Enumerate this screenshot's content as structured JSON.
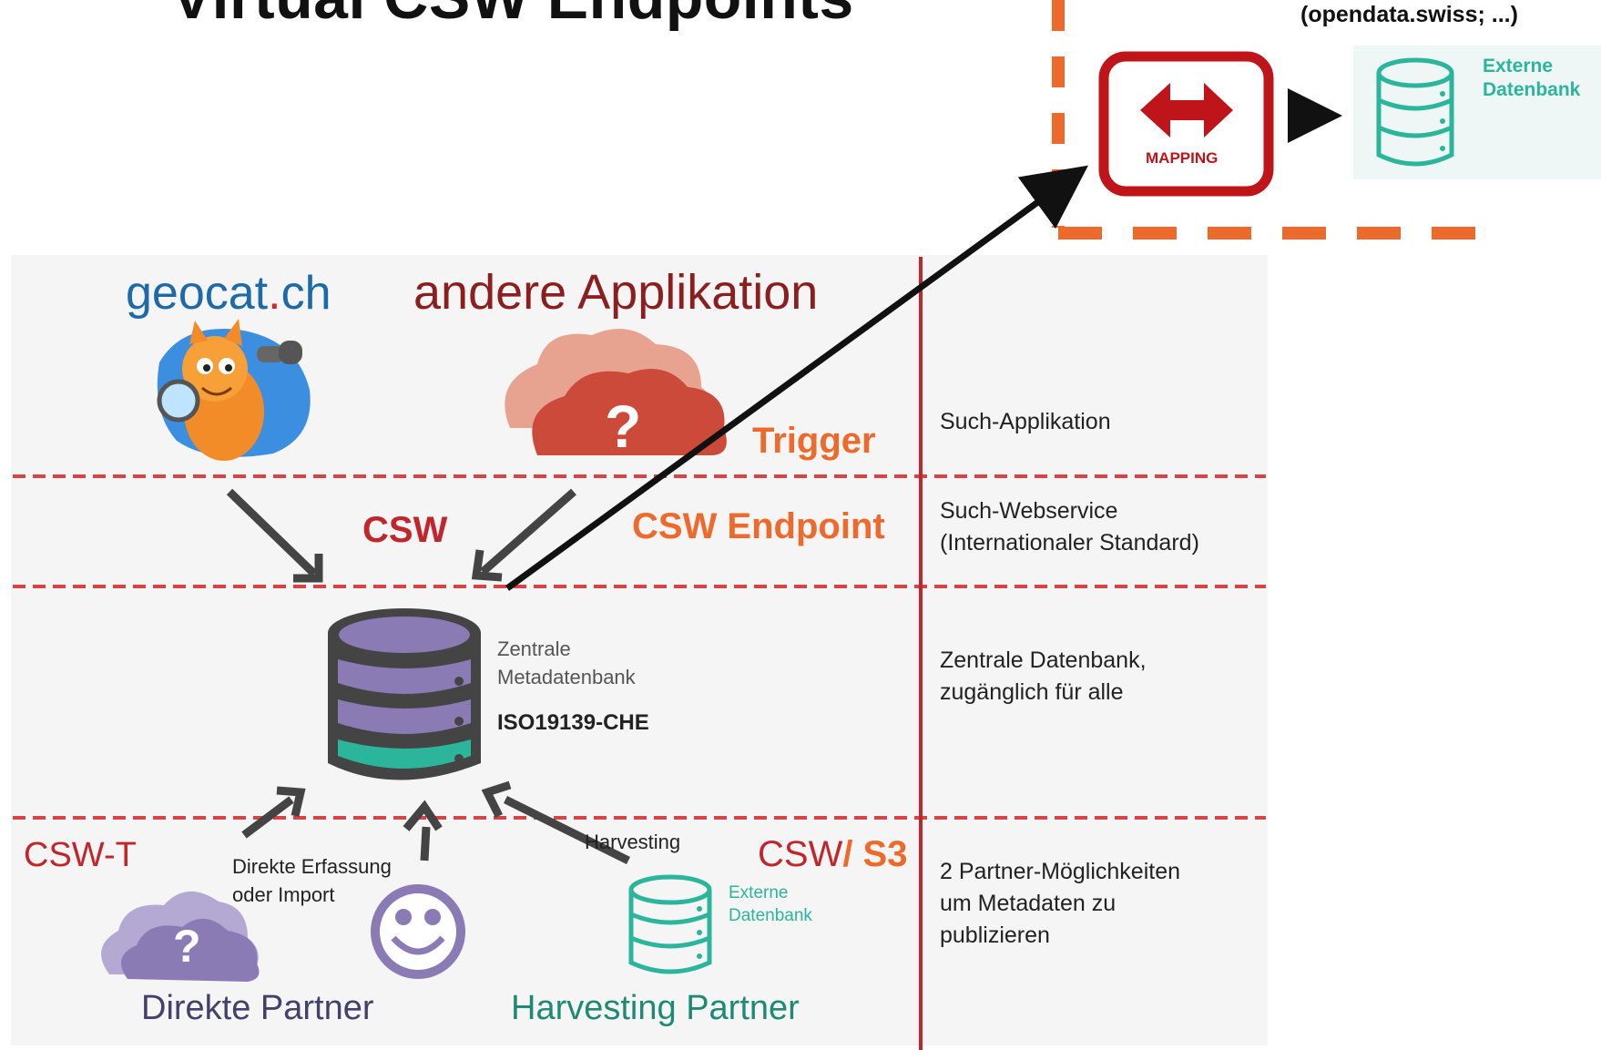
{
  "title": "Virtual CSW Endpoints",
  "top_right": {
    "subtitle": "(opendata.swiss; ...)",
    "mapping_label": "MAPPING",
    "extern_db_label": [
      "Externe",
      "Datenbank"
    ]
  },
  "apps": {
    "geocat_prefix": "geocat",
    "geocat_dot": ".",
    "geocat_suffix": "ch",
    "andere": "andere Applikation",
    "question": "?"
  },
  "labels": {
    "trigger": "Trigger",
    "csw": "CSW",
    "csw_endpoint": "CSW Endpoint",
    "zentrale": [
      "Zentrale",
      "Metadatenbank"
    ],
    "iso": "ISO19139-CHE",
    "csw_t": "CSW-T",
    "direkte_erfassung": [
      "Direkte Erfassung",
      "oder Import"
    ],
    "harvesting": "Harvesting",
    "csw_s3_prefix": "CSW",
    "csw_s3_suffix": "/ S3",
    "extern_small": [
      "Externe",
      "Datenbank"
    ],
    "direkte_partner": "Direkte Partner",
    "harvesting_partner": "Harvesting Partner"
  },
  "right_column": {
    "row1": "Such-Applikation",
    "row2": [
      "Such-Webservice",
      "(Internationaler Standard)"
    ],
    "row3": [
      "Zentrale Datenbank,",
      "zugänglich für alle"
    ],
    "row4": [
      "2 Partner-Möglichkeiten",
      "um Metadaten zu",
      "publizieren"
    ]
  },
  "colors": {
    "orange": "#ee6a2c",
    "red": "#c0262b",
    "dark_red": "#8b1f1f",
    "purple": "#8a7bb5",
    "teal": "#2bb59a",
    "blue": "#1e6aa8"
  }
}
